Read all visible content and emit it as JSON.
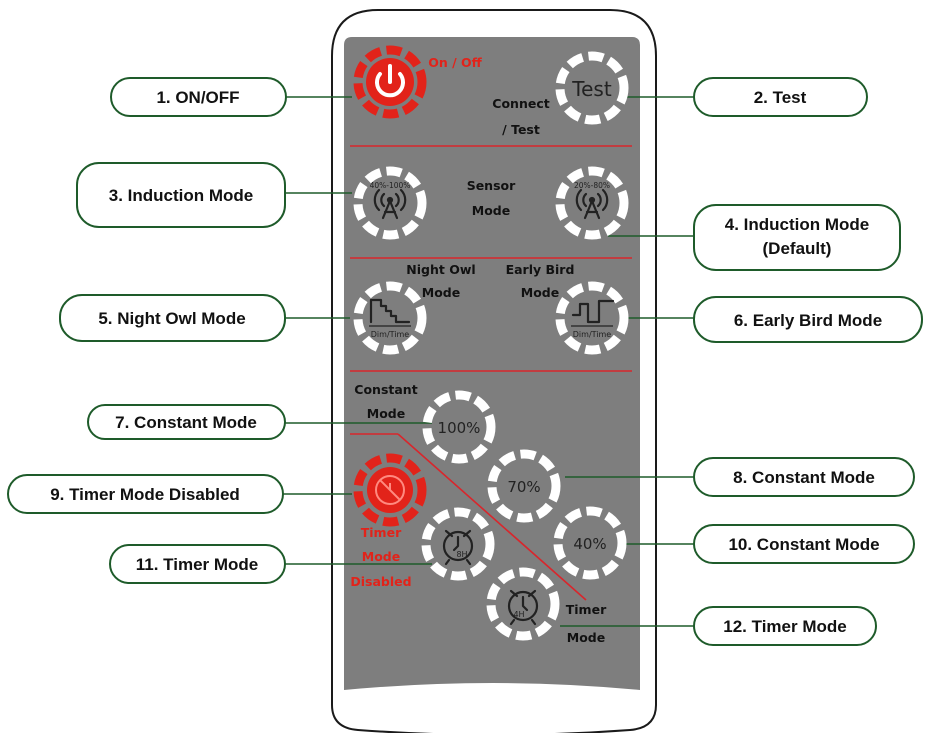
{
  "remote": {
    "buttons": {
      "onoff_label": "On / Off",
      "test_text": "Test",
      "connect_label_1": "Connect",
      "connect_label_2": "/ Test",
      "sensor_label_1": "Sensor",
      "sensor_label_2": "Mode",
      "induction_left_range": "40%-100%",
      "induction_right_range": "20%-80%",
      "night_owl_label_1": "Night Owl",
      "night_owl_label_2": "Mode",
      "early_bird_label_1": "Early Bird",
      "early_bird_label_2": "Mode",
      "dim_time_left": "Dim/Time",
      "dim_time_right": "Dim/Time",
      "constant_label_1": "Constant",
      "constant_label_2": "Mode",
      "constant_100": "100%",
      "constant_70": "70%",
      "constant_40": "40%",
      "timer_disabled_label_1": "Timer",
      "timer_disabled_label_2": "Mode",
      "timer_disabled_label_3": "Disabled",
      "timer_8h": "8H",
      "timer_4h": "4H",
      "timer_label_1": "Timer",
      "timer_label_2": "Mode"
    }
  },
  "callouts": {
    "c1": "1. ON/OFF",
    "c2": "2. Test",
    "c3": "3. Induction Mode",
    "c4_line1": "4. Induction Mode",
    "c4_line2": "(Default)",
    "c5": "5. Night Owl Mode",
    "c6": "6. Early Bird Mode",
    "c7": "7. Constant Mode",
    "c8": "8. Constant Mode",
    "c9": "9. Timer Mode Disabled",
    "c10": "10. Constant Mode",
    "c11": "11. Timer Mode",
    "c12": "12. Timer Mode"
  },
  "colors": {
    "accent_red": "#e2231a",
    "panel_gray": "#7e7e7e",
    "callout_green": "#1e5b2a"
  }
}
